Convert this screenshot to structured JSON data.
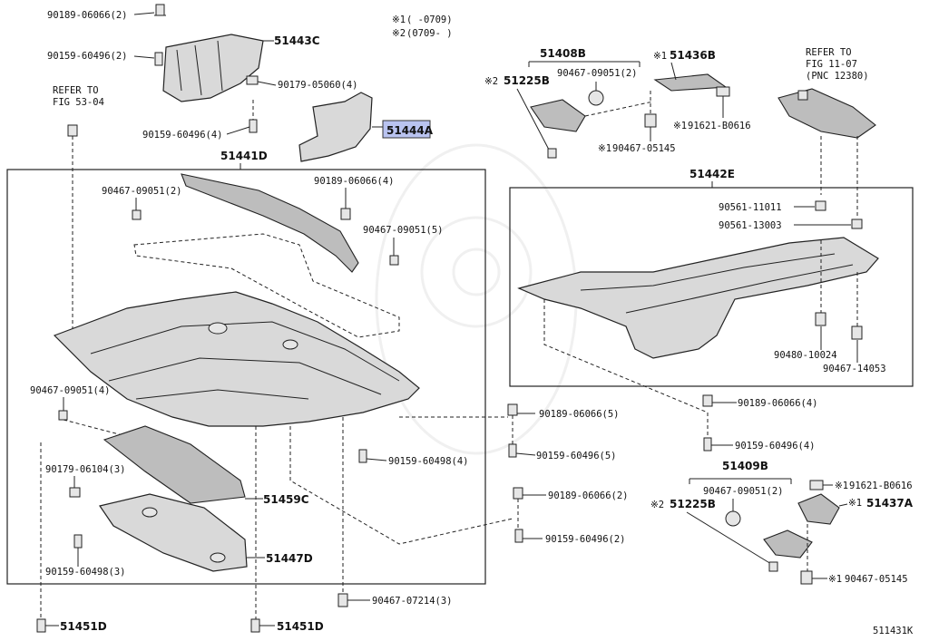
{
  "notes": {
    "n1_mark": "※1",
    "n1_text": "(      -0709)",
    "n2_mark": "※2",
    "n2_text": "(0709-      )"
  },
  "refer_left": {
    "line1": "REFER TO",
    "line2": "FIG 53-04"
  },
  "refer_right": {
    "line1": "REFER TO",
    "line2": "FIG 11-07",
    "line3": "(PNC 12380)"
  },
  "figure_number": "511431K",
  "group_labels": {
    "g51441d": "51441D",
    "g51442e": "51442E",
    "g51408b": "51408B",
    "g51409b": "51409B"
  },
  "highlighted_part": "51444A",
  "labels": {
    "l01": "90189-06066(2)",
    "l02": "90159-60496(2)",
    "l03": "51443C",
    "l04": "90179-05060(4)",
    "l05": "90159-60496(4)",
    "l06": "90467-09051(2)",
    "l07": "90189-06066(4)",
    "l08": "90467-09051(5)",
    "l09": "90467-09051(4)",
    "l10": "90179-06104(3)",
    "l11": "51459C",
    "l12": "51447D",
    "l13": "90159-60498(3)",
    "l14": "51451D",
    "l15": "51451D",
    "l16": "90467-07214(3)",
    "l17": "90159-60498(4)",
    "l18": "90189-06066(5)",
    "l19": "90159-60496(5)",
    "l20": "90189-06066(2)",
    "l21": "90159-60496(2)",
    "l22": "51225B",
    "l23": "90467-09051(2)",
    "l24": "51436B",
    "l25": "91621-B0616",
    "l26": "90467-05145",
    "l27": "90561-11011",
    "l28": "90561-13003",
    "l29": "90480-10024",
    "l30": "90467-14053",
    "l31": "90189-06066(4)",
    "l32": "90159-60496(4)",
    "l33": "90467-09051(2)",
    "l34": "51225B",
    "l35": "91621-B0616",
    "l36": "51437A",
    "l37": "90467-05145"
  },
  "marks": {
    "m22": "※2",
    "m24": "※1",
    "m25": "※1",
    "m26": "※1",
    "m34": "※2",
    "m35": "※1",
    "m36": "※1",
    "m37": "※1"
  }
}
